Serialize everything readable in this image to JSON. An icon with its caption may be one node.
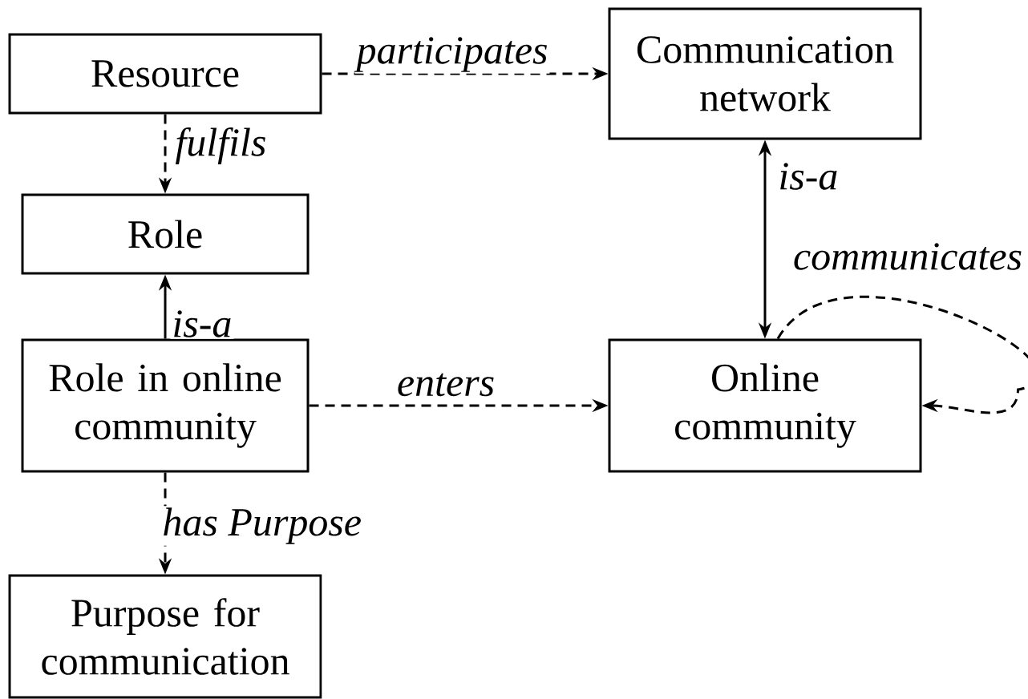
{
  "diagram": {
    "nodes": [
      {
        "text": [
          "Resource"
        ]
      },
      {
        "text": [
          "Communication network"
        ]
      },
      {
        "text": [
          "Role"
        ]
      },
      {
        "text": [
          "Role in online community"
        ]
      },
      {
        "text": [
          "Online community"
        ]
      },
      {
        "text": [
          "Purpose for communication"
        ]
      }
    ],
    "edges": [
      {
        "from": 0,
        "to": 1,
        "arrow": "to",
        "label": "participates",
        "style": "dashed"
      },
      {
        "from": 0,
        "to": 2,
        "arrow": "to",
        "label": "fulfils",
        "style": "dashed"
      },
      {
        "from": 3,
        "to": 2,
        "arrow": "to",
        "label": "is-a"
      },
      {
        "from": 1,
        "to": 4,
        "arrow": "both",
        "label": "is-a"
      },
      {
        "from": 4,
        "to": 4,
        "arrow": "to",
        "label": "communicates",
        "style": "dashed"
      },
      {
        "from": 3,
        "to": 4,
        "arrow": "to",
        "label": "enters",
        "style": "dashed"
      },
      {
        "from": 3,
        "to": 5,
        "arrow": "to",
        "label": "has Purpose",
        "style": "dashed"
      }
    ]
  }
}
